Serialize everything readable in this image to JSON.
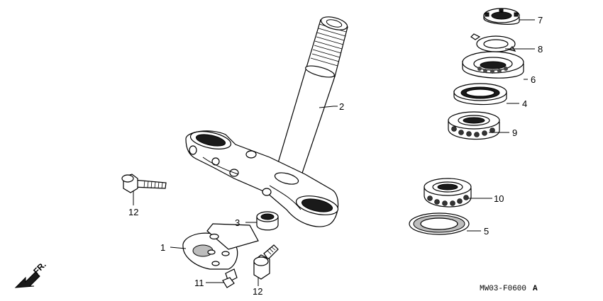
{
  "diagram": {
    "callouts": [
      {
        "id": "c1",
        "label": "1"
      },
      {
        "id": "c2",
        "label": "2"
      },
      {
        "id": "c3",
        "label": "3"
      },
      {
        "id": "c4",
        "label": "4"
      },
      {
        "id": "c5",
        "label": "5"
      },
      {
        "id": "c6",
        "label": "6"
      },
      {
        "id": "c7",
        "label": "7"
      },
      {
        "id": "c8",
        "label": "8"
      },
      {
        "id": "c9",
        "label": "9"
      },
      {
        "id": "c10",
        "label": "10"
      },
      {
        "id": "c11",
        "label": "11"
      },
      {
        "id": "c12a",
        "label": "12"
      },
      {
        "id": "c12b",
        "label": "12"
      }
    ],
    "direction_label": "FR.",
    "figure_code": "MW03-F0600",
    "figure_suffix": "A"
  }
}
